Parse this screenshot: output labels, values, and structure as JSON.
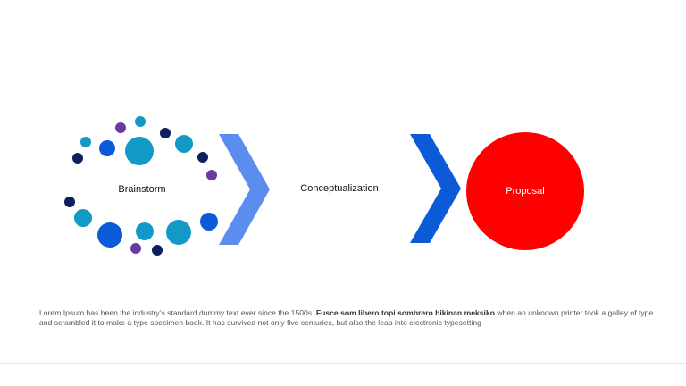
{
  "stages": {
    "brainstorm": "Brainstorm",
    "conceptualization": "Conceptualization",
    "proposal": "Proposal"
  },
  "caption": {
    "lead": "Lorem Ipsum has been the industry’s standard dummy text ever since the 1500s.",
    "bold": "Fusce som libero topi sombrero bikinan meksiko",
    "tail": "when an unknown printer took a galley of type and scrambled it to make a type specimen book. It has survived not only five centuries, but also the leap into electronic typesetting"
  },
  "colors": {
    "navy": "#0d1f5c",
    "teal": "#1399c6",
    "blue": "#0b5bd9",
    "purple": "#6a3aa2",
    "chevron_light": "#5b8def",
    "chevron_dark": "#0b5bd9",
    "proposal_fill": "#ff0000"
  }
}
